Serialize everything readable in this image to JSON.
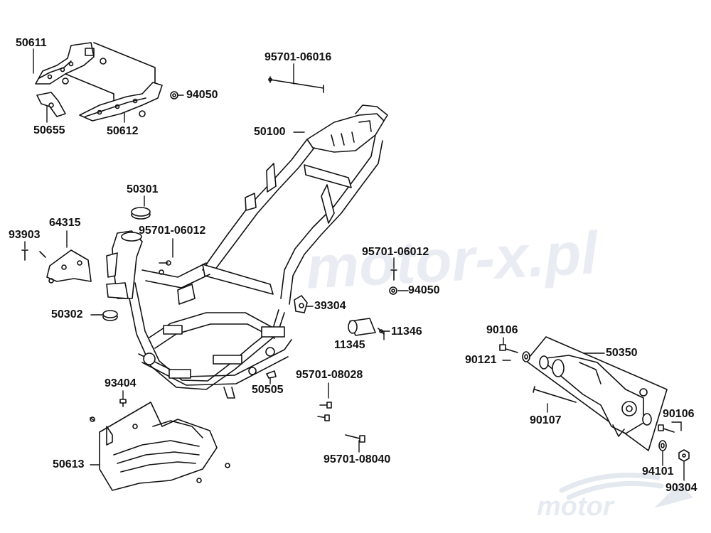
{
  "watermark": {
    "main": "motor-x.pl",
    "logo": "motor"
  },
  "colors": {
    "line": "#111111",
    "fill": "#ffffff",
    "label": "#111111",
    "watermark": "#e9edf3"
  },
  "parts": [
    {
      "id": "50611"
    },
    {
      "id": "50655"
    },
    {
      "id": "50612"
    },
    {
      "id": "94050"
    },
    {
      "id": "95701-06016"
    },
    {
      "id": "50100"
    },
    {
      "id": "50301"
    },
    {
      "id": "64315"
    },
    {
      "id": "93903"
    },
    {
      "id": "95701-06012"
    },
    {
      "id": "50302"
    },
    {
      "id": "95701-06012"
    },
    {
      "id": "94050"
    },
    {
      "id": "39304"
    },
    {
      "id": "11346"
    },
    {
      "id": "11345"
    },
    {
      "id": "90106"
    },
    {
      "id": "90121"
    },
    {
      "id": "50350"
    },
    {
      "id": "93404"
    },
    {
      "id": "50505"
    },
    {
      "id": "95701-08028"
    },
    {
      "id": "90107"
    },
    {
      "id": "90106"
    },
    {
      "id": "50613"
    },
    {
      "id": "95701-08040"
    },
    {
      "id": "94101"
    },
    {
      "id": "90304"
    }
  ]
}
